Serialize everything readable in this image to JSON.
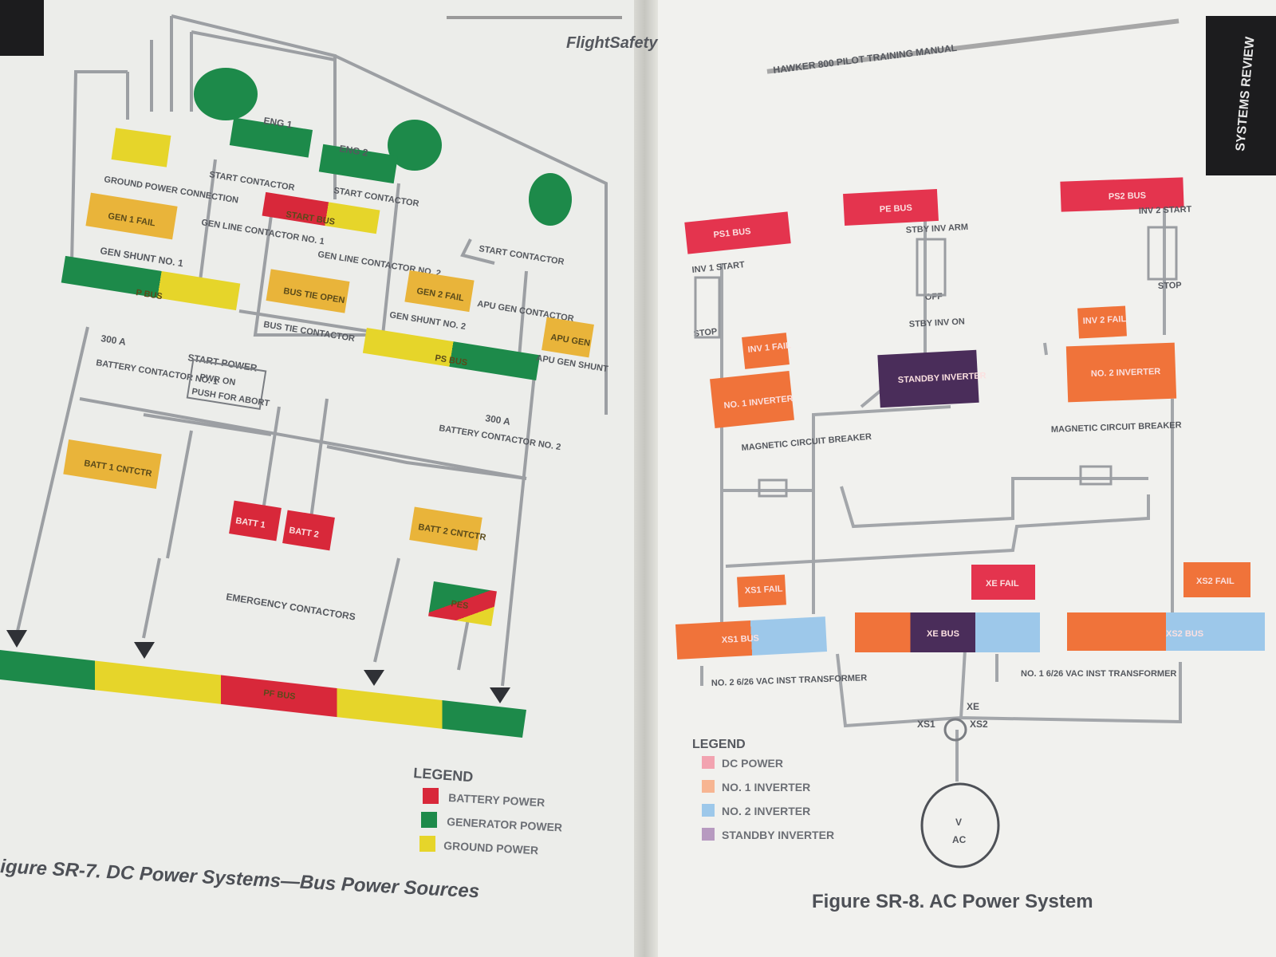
{
  "header": {
    "left_brand": "FlightSafety",
    "right_header": "HAWKER 800 PILOT TRAINING MANUAL",
    "right_tab": "SYSTEMS REVIEW"
  },
  "figure_sr7": {
    "caption": "igure SR-7.  DC Power Systems—Bus Power Sources",
    "labels": {
      "eng1": "ENG 1",
      "eng2": "ENG 2",
      "ground_power": "GROUND POWER CONNECTION",
      "start_contactor_1": "START CONTACTOR",
      "start_contactor_2": "START CONTACTOR",
      "start_contactor_3": "START CONTACTOR",
      "gen_line_1": "GEN LINE CONTACTOR NO. 1",
      "gen_line_2": "GEN LINE CONTACTOR NO. 2",
      "gen_shunt_1": "GEN SHUNT NO. 1",
      "gen_shunt_2": "GEN SHUNT NO. 2",
      "apu_gen_contactor": "APU GEN CONTACTOR",
      "apu_gen_shunt": "APU GEN SHUNT",
      "bus_tie_contactor": "BUS TIE CONTACTOR",
      "amp_1": "300 A",
      "amp_2": "300 A",
      "battery_contactor_1": "BATTERY CONTACTOR NO. 1",
      "battery_contactor_2": "BATTERY CONTACTOR NO. 2",
      "start_power": "START POWER",
      "emergency_contactors": "EMERGENCY CONTACTORS"
    },
    "boxes": {
      "gen1_fail": "GEN 1 FAIL",
      "gen2_fail": "GEN 2 FAIL",
      "bus_tie_open": "BUS TIE OPEN",
      "apu_gen": "APU GEN",
      "start_bus": "START BUS",
      "p_bus": "P BUS",
      "ps_bus": "PS BUS",
      "pwr_on": "PWR ON",
      "push_for_abort": "PUSH FOR ABORT",
      "batt1_cntctr": "BATT 1 CNTCTR",
      "batt2_cntctr": "BATT 2 CNTCTR",
      "batt1": "BATT 1",
      "batt2": "BATT 2",
      "pes": "PES",
      "pf_bus": "PF BUS"
    },
    "legend": {
      "title": "LEGEND",
      "items": [
        {
          "label": "BATTERY POWER",
          "color": "#d8283a"
        },
        {
          "label": "GENERATOR POWER",
          "color": "#1d8a4a"
        },
        {
          "label": "GROUND POWER",
          "color": "#e6d52a"
        }
      ]
    }
  },
  "figure_sr8": {
    "caption": "Figure SR-8.  AC Power System",
    "buses": {
      "ps1_bus": "PS1 BUS",
      "pe_bus": "PE BUS",
      "ps2_bus": "PS2 BUS",
      "xs1_bus": "XS1 BUS",
      "xe_bus": "XE BUS",
      "xs2_bus": "XS2 BUS"
    },
    "labels": {
      "inv1_start": "INV 1 START",
      "inv2_start": "INV 2 START",
      "stop_1": "STOP",
      "stop_2": "STOP",
      "stby_inv_arm": "STBY INV ARM",
      "off": "OFF",
      "stby_inv_on": "STBY INV ON",
      "mcb_1": "MAGNETIC CIRCUIT BREAKER",
      "mcb_2": "MAGNETIC CIRCUIT BREAKER",
      "no2_transformer": "NO. 2 6/26 VAC INST TRANSFORMER",
      "no1_transformer": "NO. 1 6/26 VAC INST TRANSFORMER",
      "xe": "XE",
      "xs1": "XS1",
      "xs2": "XS2",
      "vac_v": "V",
      "vac_ac": "AC"
    },
    "boxes": {
      "inv1_fail": "INV 1 FAIL",
      "inv2_fail": "INV 2 FAIL",
      "no1_inverter": "NO. 1 INVERTER",
      "no2_inverter": "NO. 2 INVERTER",
      "standby_inverter": "STANDBY INVERTER",
      "xs1_fail": "XS1 FAIL",
      "xe_fail": "XE FAIL",
      "xs2_fail": "XS2 FAIL"
    },
    "legend": {
      "title": "LEGEND",
      "items": [
        {
          "label": "DC POWER",
          "color": "#f2a3b0"
        },
        {
          "label": "NO. 1 INVERTER",
          "color": "#f7b592"
        },
        {
          "label": "NO. 2 INVERTER",
          "color": "#9dc8ea"
        },
        {
          "label": "STANDBY INVERTER",
          "color": "#b79ac0"
        }
      ]
    }
  },
  "colors": {
    "battery": "#d8283a",
    "generator": "#1d8a4a",
    "ground": "#e6d52a",
    "amber": "#e9b43a",
    "dc_red": "#e4344e",
    "inverter1": "#f0733a",
    "inverter2": "#9dc8ea",
    "standby": "#4a2d5a"
  }
}
